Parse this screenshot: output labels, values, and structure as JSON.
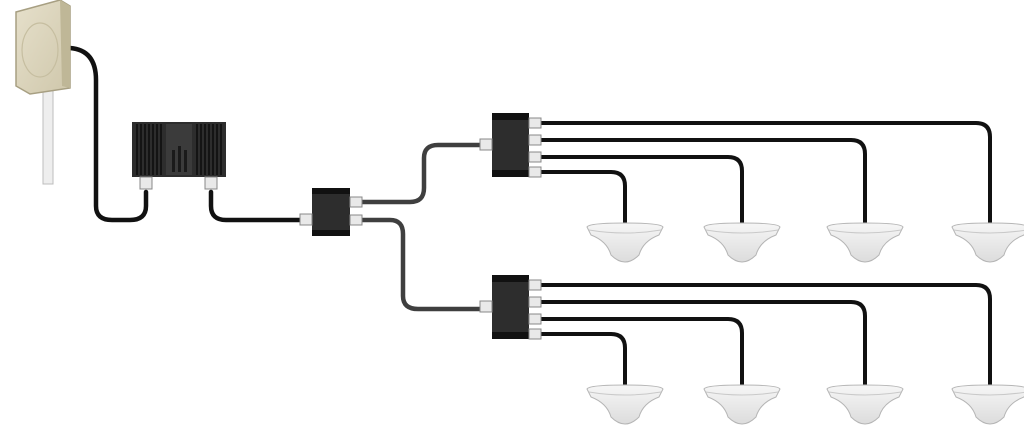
{
  "diagram": {
    "components": [
      {
        "id": "outdoor-antenna",
        "kind": "panel antenna"
      },
      {
        "id": "amplifier",
        "kind": "signal booster"
      },
      {
        "id": "splitter-2way",
        "kind": "two-way splitter"
      },
      {
        "id": "splitter-4way-top",
        "kind": "four-way splitter"
      },
      {
        "id": "splitter-4way-bottom",
        "kind": "four-way splitter"
      },
      {
        "id": "indoor-antennas",
        "kind": "dome ceiling antenna",
        "count": 8
      }
    ],
    "connections": [
      [
        "outdoor-antenna",
        "amplifier"
      ],
      [
        "amplifier",
        "splitter-2way"
      ],
      [
        "splitter-2way",
        "splitter-4way-top"
      ],
      [
        "splitter-2way",
        "splitter-4way-bottom"
      ],
      [
        "splitter-4way-top",
        "indoor-antennas"
      ],
      [
        "splitter-4way-bottom",
        "indoor-antennas"
      ]
    ],
    "colors": {
      "cable_main": "#111111",
      "cable_dark_grey": "#3f3f3f",
      "device_body": "#2d2d2d",
      "connector": "#e9e9e9",
      "panel_antenna": "#ddd6bf",
      "dome_antenna": "#ececec"
    }
  }
}
